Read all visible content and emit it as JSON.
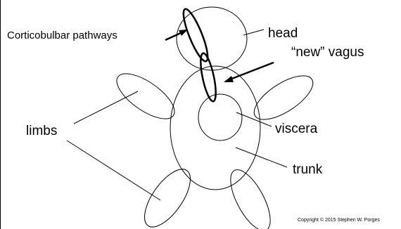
{
  "labels": {
    "corticobulbar": "Corticobulbar pathways",
    "head": "head",
    "new_vagus": "“new” vagus",
    "viscera": "viscera",
    "limbs": "limbs",
    "trunk": "trunk",
    "copyright": "Copyright © 2015 Stephen W. Porges"
  },
  "colors": {
    "stroke": "#000000",
    "background": "#ffffff"
  }
}
